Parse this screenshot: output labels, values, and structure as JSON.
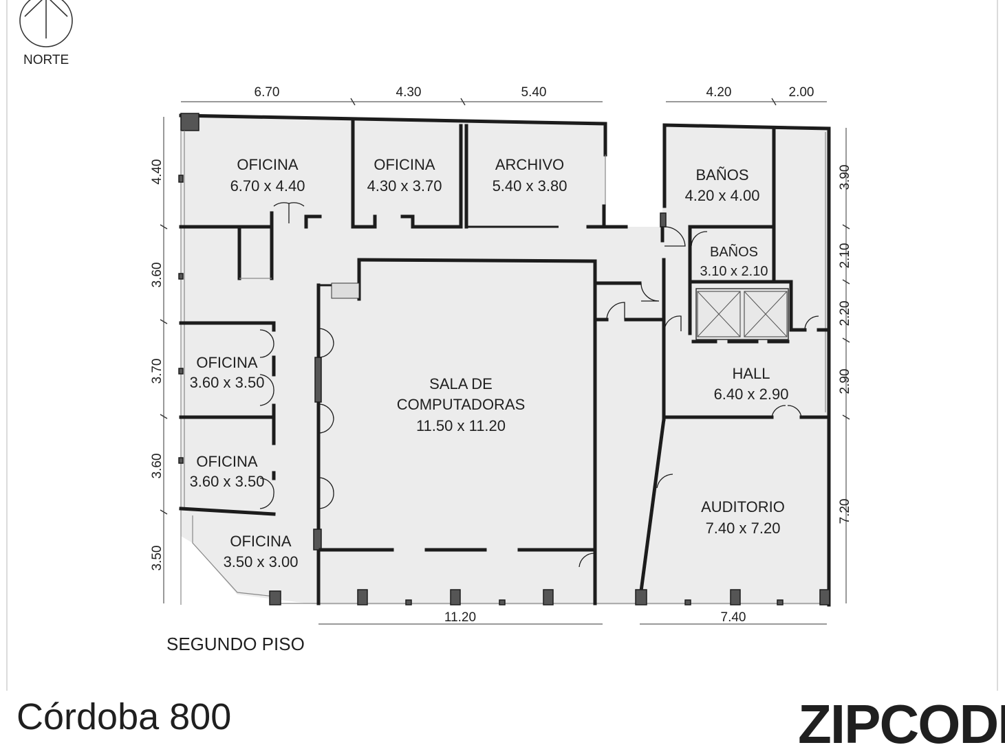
{
  "compass": {
    "label": "NORTE",
    "icon": "north-arrow-icon"
  },
  "floor_label": "SEGUNDO PISO",
  "address": "Córdoba 800",
  "brand": "ZIPCODE",
  "rooms": [
    {
      "name": "OFICINA",
      "size": "6.70 x 4.40"
    },
    {
      "name": "OFICINA",
      "size": "4.30 x 3.70"
    },
    {
      "name": "ARCHIVO",
      "size": "5.40 x 3.80"
    },
    {
      "name": "BAÑOS",
      "size": "4.20 x 4.00"
    },
    {
      "name": "BAÑOS",
      "size": "3.10 x 2.10"
    },
    {
      "name": "SALA DE",
      "name2": "COMPUTADORAS",
      "size": "11.50 x 11.20"
    },
    {
      "name": "OFICINA",
      "size": "3.60 x 3.50"
    },
    {
      "name": "OFICINA",
      "size": "3.60 x 3.50"
    },
    {
      "name": "OFICINA",
      "size": "3.50 x 3.00"
    },
    {
      "name": "HALL",
      "size": "6.40 x 2.90"
    },
    {
      "name": "AUDITORIO",
      "size": "7.40 x 7.20"
    }
  ],
  "dimensions": {
    "top": [
      "6.70",
      "4.30",
      "5.40",
      "4.20",
      "2.00"
    ],
    "left": [
      "4.40",
      "3.60",
      "3.70",
      "3.60",
      "3.50"
    ],
    "right": [
      "3.90",
      "2.10",
      "2.20",
      "2.90",
      "7.20"
    ],
    "bottom": [
      "11.20",
      "7.40"
    ]
  }
}
